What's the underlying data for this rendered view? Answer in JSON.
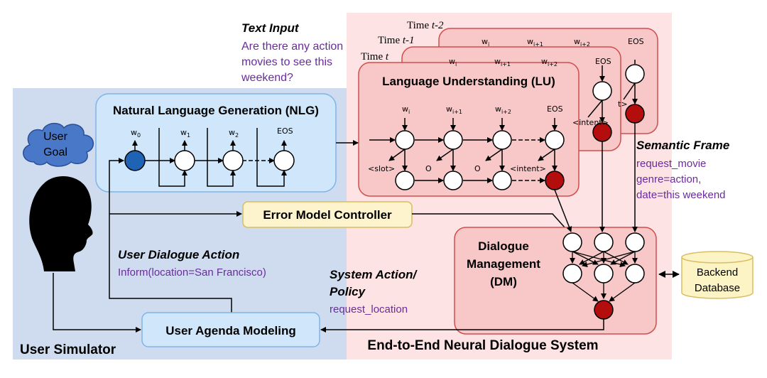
{
  "user_simulator": {
    "title": "User Simulator",
    "user_goal": [
      "User",
      "Goal"
    ],
    "agenda_label": "User Agenda Modeling",
    "dialogue_action_title": "User Dialogue Action",
    "dialogue_action_value": "Inform(location=San Francisco)"
  },
  "nlg": {
    "title": "Natural Language Generation (NLG)",
    "tokens": [
      "w",
      "w",
      "w",
      "EOS"
    ],
    "subscripts": [
      "0",
      "1",
      "2",
      ""
    ]
  },
  "error_model": {
    "label": "Error Model Controller"
  },
  "text_input": {
    "title": "Text Input",
    "lines": [
      "Are there any action",
      "movies to see this",
      "weekend?"
    ]
  },
  "lu": {
    "title": "Language Understanding (LU)",
    "time_labels": [
      "Time ",
      "Time ",
      "Time "
    ],
    "time_vars": [
      "t-2",
      "t-1",
      "t"
    ],
    "tokens": [
      "w",
      "w",
      "w",
      "EOS"
    ],
    "subscripts": [
      "i",
      "i+1",
      "i+2",
      ""
    ],
    "outputs": [
      "<slot>",
      "O",
      "O",
      "<intent>"
    ],
    "back_intent": "<intent>",
    "back_partial_intent": "t>"
  },
  "semantic_frame": {
    "title": "Semantic Frame",
    "lines": [
      "request_movie",
      "genre=action,",
      "date=this weekend"
    ]
  },
  "dm": {
    "lines": [
      "Dialogue",
      "Management",
      "(DM)"
    ]
  },
  "backend": {
    "lines": [
      "Backend",
      "Database"
    ]
  },
  "system_action": {
    "title_lines": [
      "System Action/",
      "Policy"
    ],
    "value": "request_location"
  },
  "system_title": "End-to-End Neural Dialogue System",
  "colors": {
    "user_sim_bg": "#cfdcef",
    "nlg_bg": "#cfe6fb",
    "system_bg": "#fde3e3",
    "lu_bg": "#f8c8c8",
    "error_model_bg": "#fdf3cc",
    "backend_bg": "#fdf4c6",
    "dark_red": "#b40d0d",
    "dark_blue": "#1f63b5",
    "purple": "#6a2c9c"
  }
}
